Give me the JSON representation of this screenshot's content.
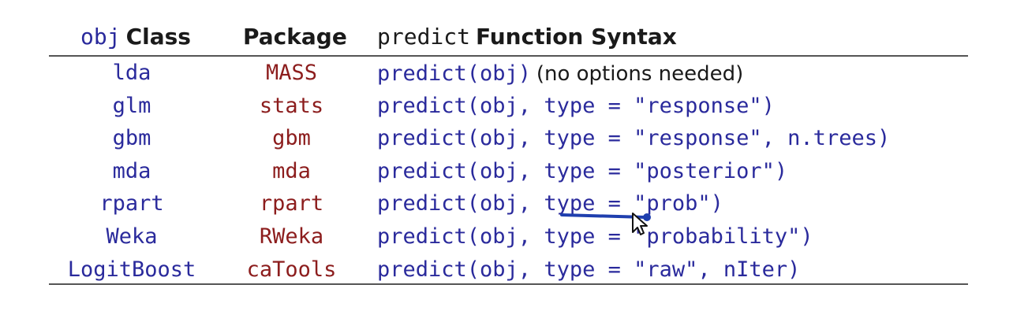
{
  "header": {
    "col1_mono": "obj",
    "col1_text": "Class",
    "col2_text": "Package",
    "col3_mono": "predict",
    "col3_text": "Function Syntax"
  },
  "rows": [
    {
      "class": "lda",
      "package": "MASS",
      "syntax": "predict(obj)",
      "note": "(no options needed)"
    },
    {
      "class": "glm",
      "package": "stats",
      "syntax": "predict(obj, type = \"response\")",
      "note": ""
    },
    {
      "class": "gbm",
      "package": "gbm",
      "syntax": "predict(obj, type = \"response\", n.trees)",
      "note": ""
    },
    {
      "class": "mda",
      "package": "mda",
      "syntax": "predict(obj, type = \"posterior\")",
      "note": ""
    },
    {
      "class": "rpart",
      "package": "rpart",
      "syntax": "predict(obj, type = \"prob\")",
      "note": ""
    },
    {
      "class": "Weka",
      "package": "RWeka",
      "syntax": "predict(obj, type = \"probability\")",
      "note": ""
    },
    {
      "class": "LogitBoost",
      "package": "caTools",
      "syntax": "predict(obj, type = \"raw\", nIter)",
      "note": ""
    }
  ],
  "colors": {
    "class_text": "#2a2a9c",
    "package_text": "#8c1d1d",
    "syntax_text": "#2a2a9c",
    "annotation_pen": "#1f3fae"
  },
  "icons": {
    "annotation": "pen-underline-icon",
    "pointer": "mouse-cursor-icon"
  }
}
